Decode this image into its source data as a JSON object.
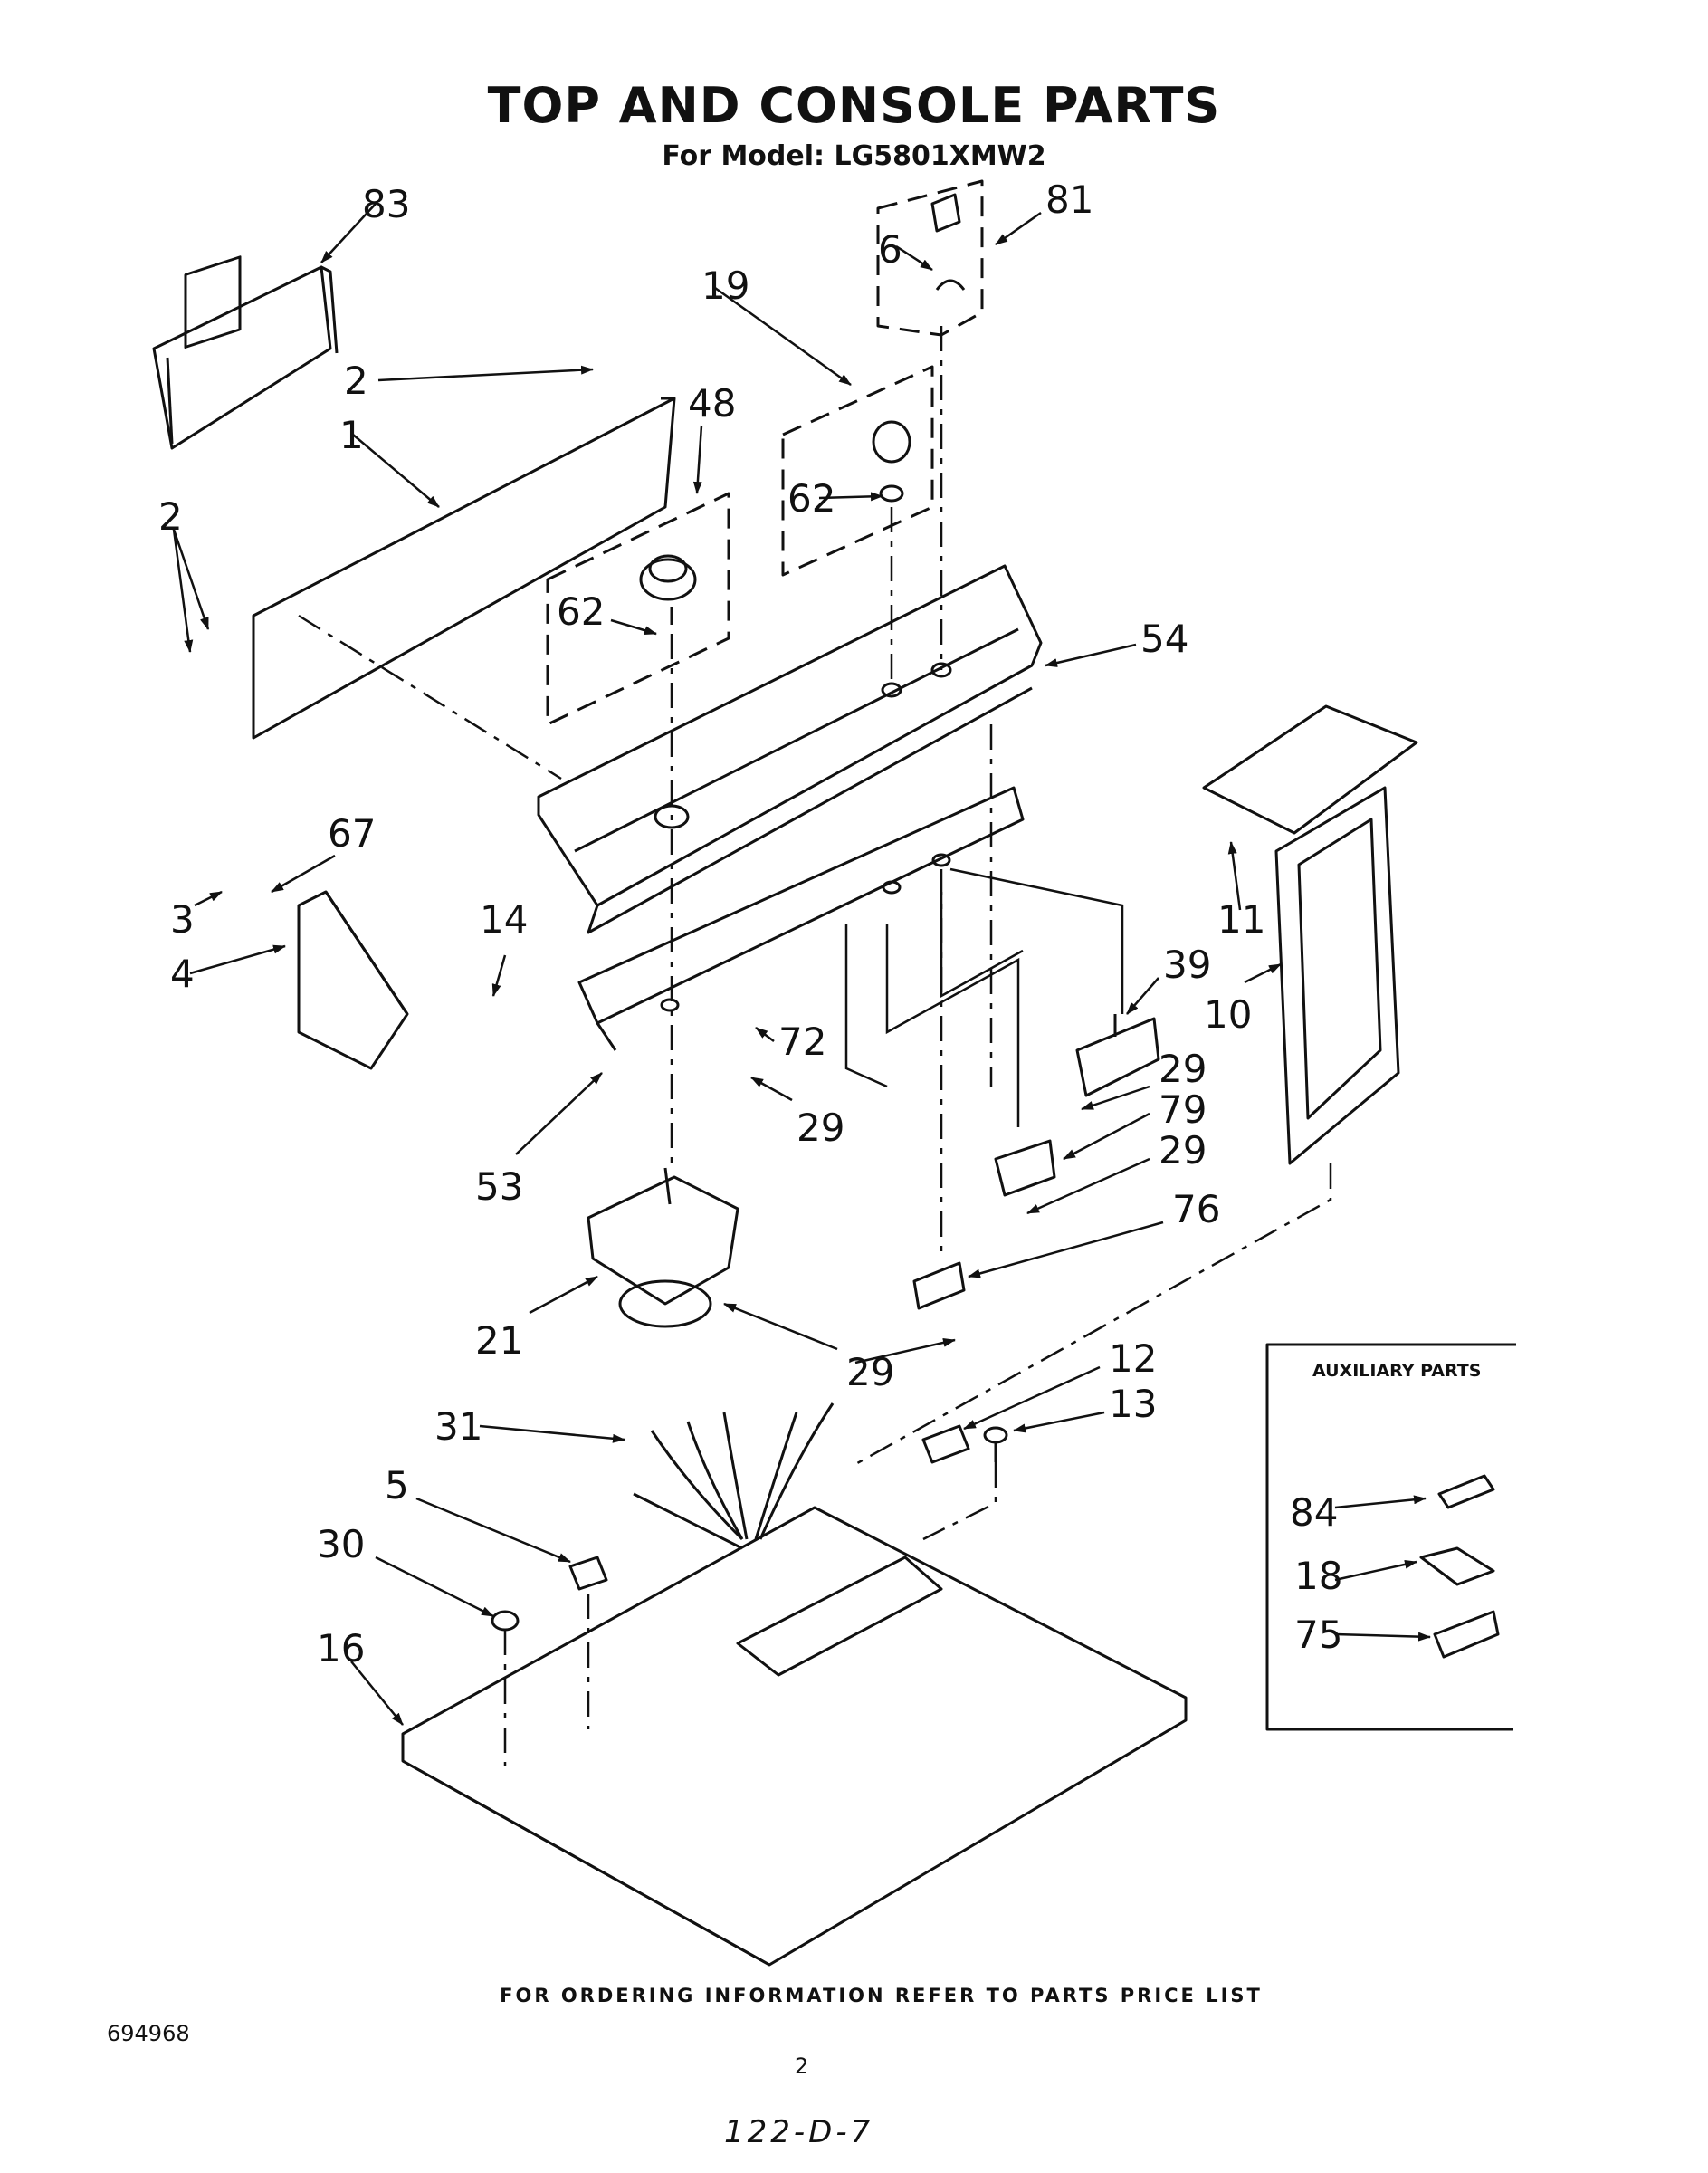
{
  "header": {
    "title": "TOP AND CONSOLE PARTS",
    "subtitle": "For Model: LG5801XMW2"
  },
  "callouts": {
    "p83": "83",
    "p81": "81",
    "p6": "6",
    "p19": "19",
    "p2a": "2",
    "p48": "48",
    "p1": "1",
    "p62a": "62",
    "p2b": "2",
    "p62b": "62",
    "p54": "54",
    "p67": "67",
    "p3": "3",
    "p14": "14",
    "p4": "4",
    "p11": "11",
    "p39": "39",
    "p10": "10",
    "p72": "72",
    "p29a": "29",
    "p29b": "29",
    "p79": "79",
    "p29c": "29",
    "p53": "53",
    "p76": "76",
    "p21": "21",
    "p29d": "29",
    "p12": "12",
    "p13": "13",
    "p31": "31",
    "p5": "5",
    "p30": "30",
    "p16": "16"
  },
  "auxiliary": {
    "title": "AUXILIARY PARTS",
    "p84": "84",
    "p18": "18",
    "p75": "75"
  },
  "footer": {
    "note": "FOR ORDERING INFORMATION REFER TO PARTS PRICE LIST",
    "doc_number": "694968",
    "page_number": "2",
    "handwritten": "122-D-7"
  }
}
